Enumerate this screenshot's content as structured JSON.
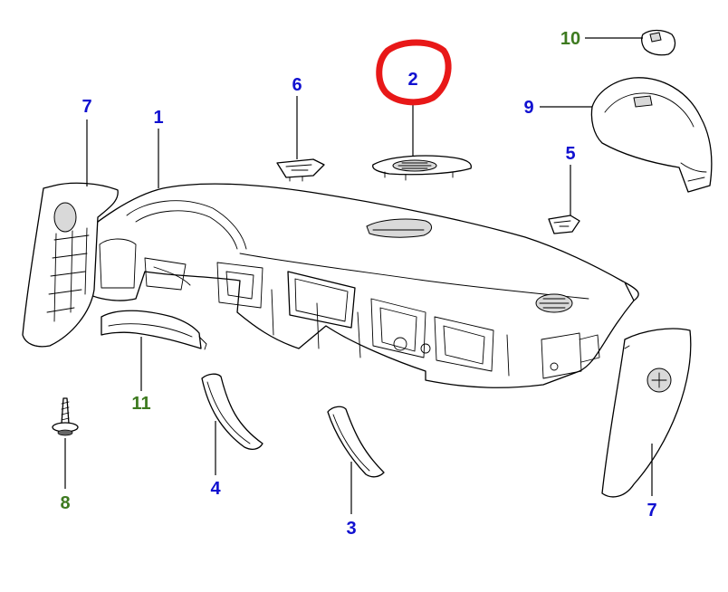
{
  "colors": {
    "callout_blue": "#1010d0",
    "callout_green": "#3d7a1f",
    "highlight_red": "#e81818",
    "line": "#000000",
    "background": "#ffffff"
  },
  "callouts": [
    {
      "id": "1",
      "label": "1",
      "color": "blue",
      "part": "instrument-panel"
    },
    {
      "id": "2",
      "label": "2",
      "color": "blue",
      "part": "speaker-grille",
      "highlighted": true
    },
    {
      "id": "3",
      "label": "3",
      "color": "blue",
      "part": "trim-strip-center"
    },
    {
      "id": "4",
      "label": "4",
      "color": "blue",
      "part": "trim-strip-left"
    },
    {
      "id": "5",
      "label": "5",
      "color": "blue",
      "part": "clip-right"
    },
    {
      "id": "6",
      "label": "6",
      "color": "blue",
      "part": "clip-top"
    },
    {
      "id": "7a",
      "label": "7",
      "color": "blue",
      "part": "end-cap-left"
    },
    {
      "id": "7b",
      "label": "7",
      "color": "blue",
      "part": "end-cap-right"
    },
    {
      "id": "8",
      "label": "8",
      "color": "green",
      "part": "screw"
    },
    {
      "id": "9",
      "label": "9",
      "color": "blue",
      "part": "instrument-cluster-hood"
    },
    {
      "id": "10",
      "label": "10",
      "color": "green",
      "part": "cover-cap"
    },
    {
      "id": "11",
      "label": "11",
      "color": "green",
      "part": "lower-trim-panel"
    }
  ]
}
